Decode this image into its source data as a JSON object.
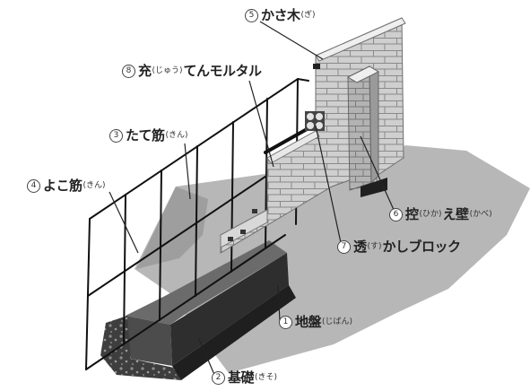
{
  "labels": {
    "kasagi": {
      "num": "5",
      "parts": [
        {
          "t": "かさ木",
          "r": false
        },
        {
          "t": "(ぎ)",
          "r": true
        }
      ]
    },
    "juten": {
      "num": "8",
      "parts": [
        {
          "t": "充",
          "r": false
        },
        {
          "t": "(じゅう)",
          "r": true
        },
        {
          "t": "てんモルタル",
          "r": false
        }
      ]
    },
    "tatekin": {
      "num": "3",
      "parts": [
        {
          "t": "たて筋",
          "r": false
        },
        {
          "t": "(きん)",
          "r": true
        }
      ]
    },
    "yokokin": {
      "num": "4",
      "parts": [
        {
          "t": "よこ筋",
          "r": false
        },
        {
          "t": "(きん)",
          "r": true
        }
      ]
    },
    "hikaekabe": {
      "num": "6",
      "parts": [
        {
          "t": "控",
          "r": false
        },
        {
          "t": "(ひか)",
          "r": true
        },
        {
          "t": "え壁",
          "r": false
        },
        {
          "t": "(かべ)",
          "r": true
        }
      ]
    },
    "sukashi": {
      "num": "7",
      "parts": [
        {
          "t": "透",
          "r": false
        },
        {
          "t": "(す)",
          "r": true
        },
        {
          "t": " かしブロック",
          "r": false
        }
      ]
    },
    "jiban": {
      "num": "1",
      "parts": [
        {
          "t": "地盤",
          "r": false
        },
        {
          "t": "(じばん)",
          "r": true
        }
      ]
    },
    "kiso": {
      "num": "2",
      "parts": [
        {
          "t": "基礎",
          "r": false
        },
        {
          "t": "(きそ)",
          "r": true
        }
      ]
    }
  }
}
